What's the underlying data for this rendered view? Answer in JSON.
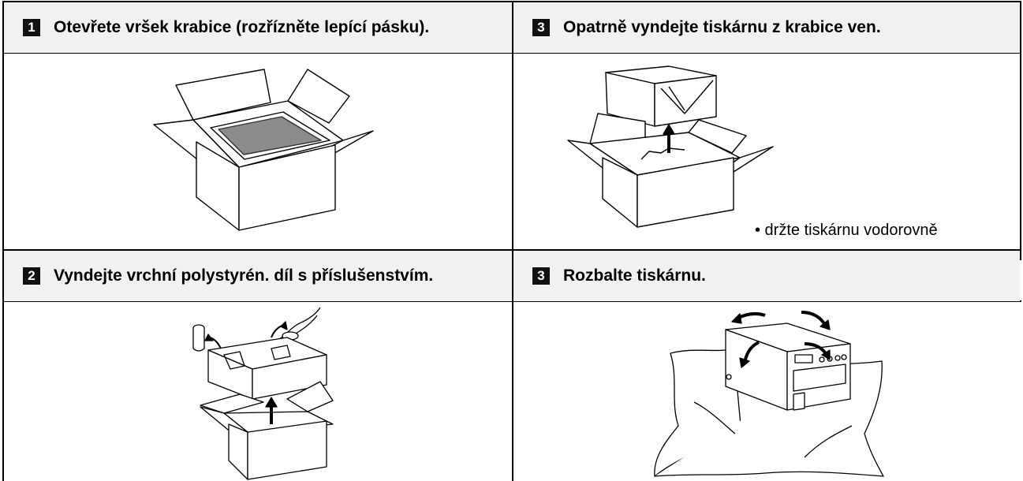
{
  "steps": [
    {
      "number": "1",
      "title": "Otevřete vršek krabice (rozřízněte lepící pásku)."
    },
    {
      "number": "3",
      "title": "Opatrně vyndejte tiskárnu z krabice ven."
    },
    {
      "number": "2",
      "title": "Vyndejte vrchní polystyrén. díl s příslušenstvím."
    },
    {
      "number": "3",
      "title": "Rozbalte tiskárnu."
    }
  ],
  "note": "• držte tiskárnu vodorovně"
}
